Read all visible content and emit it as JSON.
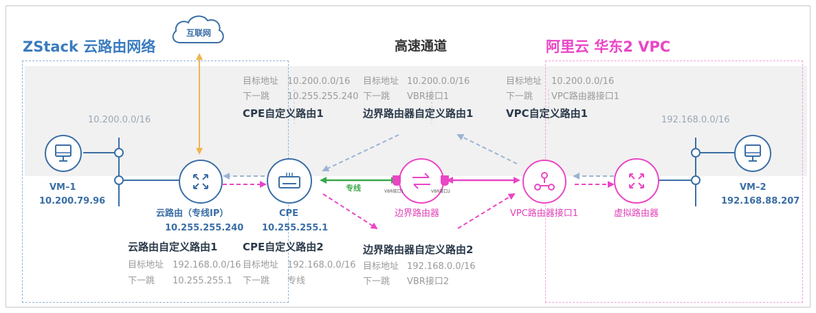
{
  "titles": {
    "zstack": "ZStack 云路由网络",
    "channel": "高速通道",
    "aliyun": "阿里云 华东2 VPC"
  },
  "internet": {
    "label": "互联网"
  },
  "networks": {
    "left_cidr": "10.200.0.0/16",
    "right_cidr": "192.168.0.0/16"
  },
  "vm1": {
    "name": "VM–1",
    "ip": "10.200.79.96"
  },
  "vm2": {
    "name": "VM–2",
    "ip": "192.168.88.207"
  },
  "cloud_router": {
    "name": "云路由（专线IP）",
    "ip": "10.255.255.240"
  },
  "cpe": {
    "name": "CPE",
    "ip": "10.255.255.1"
  },
  "border_router": {
    "name": "边界路由器",
    "if1": "VBR接口1",
    "if2": "VBR接口2"
  },
  "vpc_if": {
    "name": "VPC路由器接口1"
  },
  "vrouter": {
    "name": "虚拟路由器"
  },
  "link": {
    "leased_line": "专线"
  },
  "routes": {
    "cpe1": {
      "title": "CPE自定义路由1",
      "dest_label": "目标地址",
      "dest": "10.200.0.0/16",
      "hop_label": "下一跳",
      "hop": "10.255.255.240"
    },
    "vbr1": {
      "title": "边界路由器自定义路由1",
      "dest_label": "目标地址",
      "dest": "10.200.0.0/16",
      "hop_label": "下一跳",
      "hop": "VBR接口1"
    },
    "vpc1": {
      "title": "VPC自定义路由1",
      "dest_label": "目标地址",
      "dest": "10.200.0.0/16",
      "hop_label": "下一跳",
      "hop": "VPC路由器接口1"
    },
    "cr1": {
      "title": "云路由自定义路由1",
      "dest_label": "目标地址",
      "dest": "192.168.0.0/16",
      "hop_label": "下一跳",
      "hop": "10.255.255.1"
    },
    "cpe2": {
      "title": "CPE自定义路由2",
      "dest_label": "目标地址",
      "dest": "192.168.0.0/16",
      "hop_label": "下一跳",
      "hop": "专线"
    },
    "vbr2": {
      "title": "边界路由器自定义路由2",
      "dest_label": "目标地址",
      "dest": "192.168.0.0/16",
      "hop_label": "下一跳",
      "hop": "VBR接口2"
    }
  },
  "colors": {
    "blue": "#3a6ea5",
    "light_blue": "#8fb3d6",
    "pink": "#ea45c5",
    "green": "#3aa84a",
    "orange": "#f0b450"
  }
}
